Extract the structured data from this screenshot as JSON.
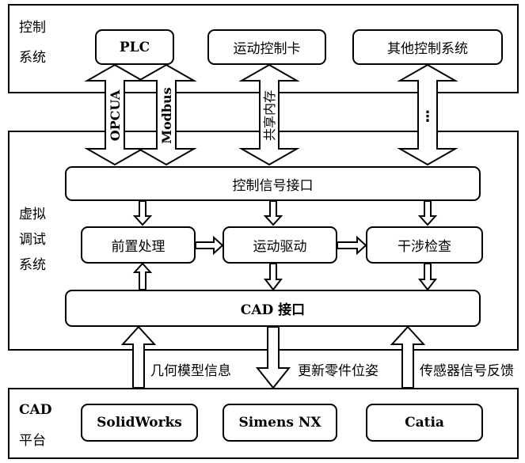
{
  "regions": {
    "control": {
      "label_line1": "控制",
      "label_line2": "系统"
    },
    "virtual": {
      "label_line1": "虚拟",
      "label_line2": "调试",
      "label_line3": "系统"
    },
    "cad": {
      "label_line1": "CAD",
      "label_line2": "平台"
    }
  },
  "control_nodes": {
    "plc": "PLC",
    "motion_card": "运动控制卡",
    "other": "其他控制系统"
  },
  "virtual_nodes": {
    "signal_interface": "控制信号接口",
    "preprocess": "前置处理",
    "motion_drive": "运动驱动",
    "interference": "干涉检查",
    "cad_interface": "CAD 接口"
  },
  "cad_nodes": {
    "solidworks": "SolidWorks",
    "nx": "Simens NX",
    "catia": "Catia"
  },
  "connections": {
    "opcua": "OPCUA",
    "modbus": "Modbus",
    "shared_memory": "共享内存",
    "ellipsis": "⋮",
    "geometry_info": "几何模型信息",
    "update_pose": "更新零件位姿",
    "sensor_feedback": "传感器信号反馈"
  }
}
